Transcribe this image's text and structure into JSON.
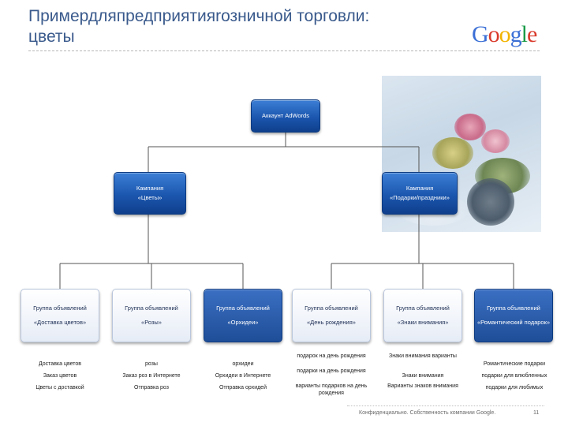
{
  "title": "Примердляпредприятияrозничной торговли: цветы",
  "logo": {
    "letters": [
      "G",
      "o",
      "o",
      "g",
      "l",
      "e"
    ],
    "colors": [
      "#3b6fd6",
      "#d93a2b",
      "#f2b400",
      "#3b6fd6",
      "#1a9a48",
      "#d93a2b"
    ]
  },
  "account": {
    "label": "Аккаунт AdWords"
  },
  "campaigns": [
    {
      "line1": "Кампания",
      "line2": "«Цветы»"
    },
    {
      "line1": "Кампания",
      "line2": "«Подарки/праздники»"
    }
  ],
  "ad_groups": [
    {
      "line1": "Группа объявлений",
      "line2": "«Доставка цветов»",
      "style": "light"
    },
    {
      "line1": "Группа объявлений",
      "line2": "«Розы»",
      "style": "light"
    },
    {
      "line1": "Группа объявлений",
      "line2": "«Орхидеи»",
      "style": "medium"
    },
    {
      "line1": "Группа объявлений",
      "line2": "«День рождения»",
      "style": "light"
    },
    {
      "line1": "Группа объявлений",
      "line2": "«Знаки внимания»",
      "style": "light"
    },
    {
      "line1": "Группа объявлений",
      "line2": "«Романтический подарок»",
      "style": "medium"
    }
  ],
  "keywords": [
    [
      "Доставка цветов",
      "Заказ цветов",
      "Цветы с доставкой"
    ],
    [
      "розы",
      "Заказ роз в Интернете",
      "Отправка роз"
    ],
    [
      "орхидеи",
      "Орхидеи в Интернете",
      "Отправка орхидей"
    ],
    [
      "подарок на день рождения",
      "подарки на день рождения",
      "варианты подарков на день рождения"
    ],
    [
      "Знаки внимания варианты",
      "Знаки внимания",
      "Варианты знаков внимания"
    ],
    [
      "Романтические подарки",
      "подарки для влюбленных",
      "подарки для любимых"
    ]
  ],
  "footer": "Конфиденциально. Собственность компании Google.",
  "page_number": "11"
}
